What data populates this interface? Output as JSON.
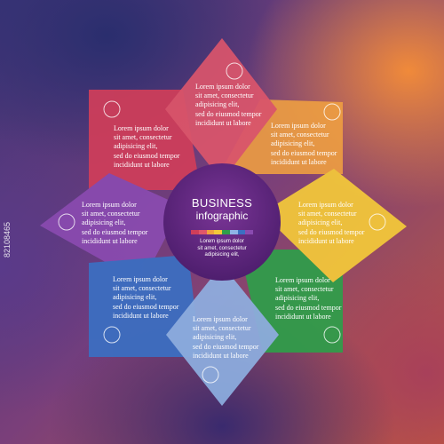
{
  "infographic": {
    "title": "BUSINESS",
    "subtitle": "infographic",
    "center_text": "Lorem ipsum dolor\nsit amet, consectetur\nadipisicing elit,",
    "petal_texts": {
      "red": "Lorem ipsum dolor\nsit amet, consectetur\nadipisicing elit,\nsed do eiusmod tempor\nincididunt ut labore",
      "orange": "Lorem ipsum dolor\nsit amet, consectetur\nadipisicing elit,\nsed do eiusmod tempor\nincididunt ut labore",
      "yellow": "Lorem ipsum dolor\nsit amet, consectetur\nadipisicing elit,\nsed do eiusmod tempor\nincididunt ut labore",
      "green": "Lorem ipsum dolor\nsit amet, consectetur\nadipisicing elit,\nsed do eiusmod tempor\nincididunt ut labore",
      "light_blue": "Lorem ipsum dolor\nsit amet, consectetur\nadipisicing elit,\nsed do eiusmod tempor\nincididunt ut labore",
      "blue": "Lorem ipsum dolor\nsit amet, consectetur\nadipisicing elit,\nsed do eiusmod tempor\nincididunt ut labore",
      "purple": "Lorem ipsum dolor\nsit amet, consectetur\nadipisicing elit,\nsed do eiusmod tempor\nincididunt ut labore",
      "crimson": "Lorem ipsum dolor\nsit amet, consectetur\nadipisicing elit,\nsed do eiusmod tempor\nincididunt ut labore"
    },
    "colors": {
      "red": "#e0566a",
      "orange": "#f0a040",
      "yellow": "#f4c93a",
      "green": "#2f9e4a",
      "light_blue": "#8fb4e6",
      "blue": "#3b6fc2",
      "purple": "#8a4bb0",
      "crimson": "#d03e5a",
      "center": "#6a2a86"
    },
    "colorbar": [
      "#d03e5a",
      "#e0566a",
      "#f0a040",
      "#f4c93a",
      "#2f9e4a",
      "#8fb4e6",
      "#3b6fc2",
      "#8a4bb0"
    ]
  },
  "watermark": "82108465"
}
